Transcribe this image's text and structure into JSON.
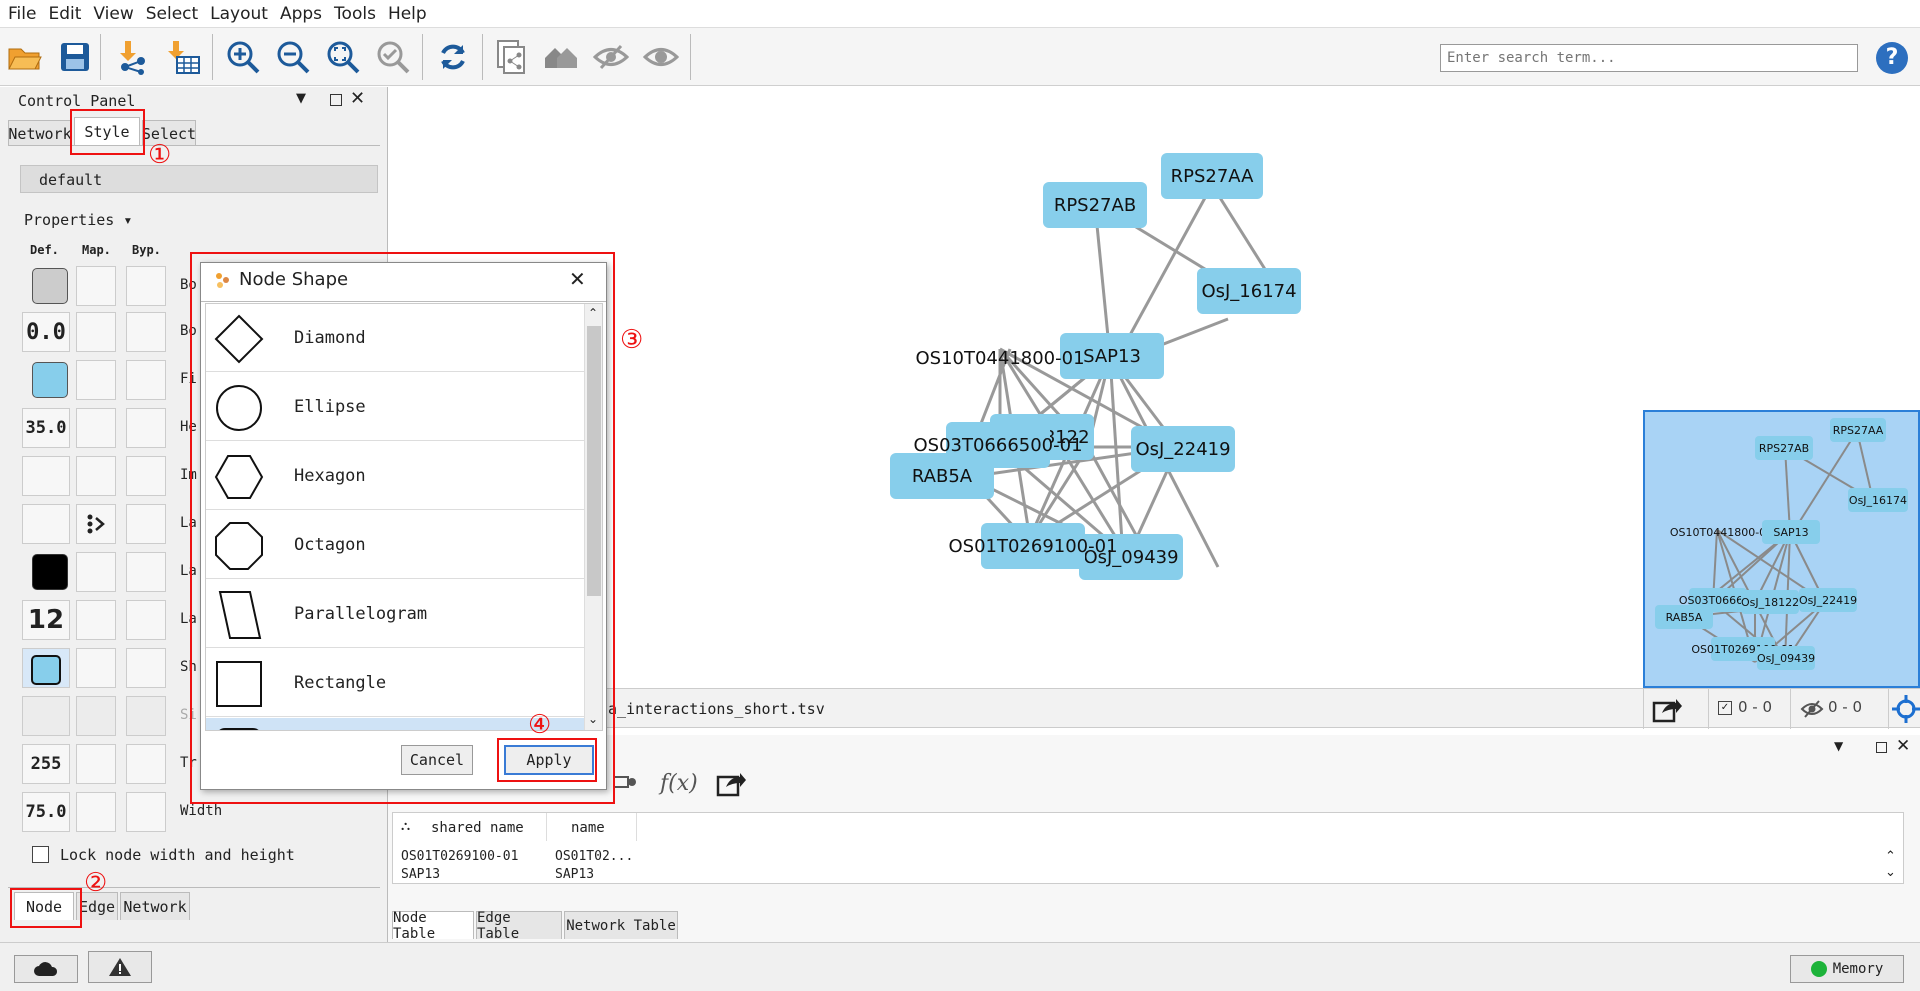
{
  "menu": [
    "File",
    "Edit",
    "View",
    "Select",
    "Layout",
    "Apps",
    "Tools",
    "Help"
  ],
  "toolbar": {
    "search_placeholder": "Enter search term...",
    "help": "?"
  },
  "control_panel": {
    "title": "Control Panel",
    "tabs": [
      "Network",
      "Style",
      "Select"
    ],
    "style_name": "default",
    "properties_label": "Properties",
    "columns": [
      "Def.",
      "Map.",
      "Byp."
    ],
    "rows": [
      {
        "def": "",
        "label": "Bo"
      },
      {
        "def": "0.0",
        "label": "Bo"
      },
      {
        "def": "",
        "label": "Fi"
      },
      {
        "def": "35.0",
        "label": "He"
      },
      {
        "def": "",
        "label": "Im"
      },
      {
        "def": "",
        "label": "La"
      },
      {
        "def": "",
        "label": "La"
      },
      {
        "def": "12",
        "label": "La"
      },
      {
        "def": "",
        "label": "Sh"
      },
      {
        "def": "",
        "label": "Si"
      },
      {
        "def": "255",
        "label": "Tr"
      },
      {
        "def": "75.0",
        "label": "Width"
      }
    ],
    "lock_label": "Lock node width and height",
    "bottom_tabs": [
      "Node",
      "Edge",
      "Network"
    ]
  },
  "annotations": [
    "①",
    "②",
    "③",
    "④"
  ],
  "dialog": {
    "title": "Node Shape",
    "close": "✕",
    "shapes": [
      "Diamond",
      "Ellipse",
      "Hexagon",
      "Octagon",
      "Parallelogram",
      "Rectangle"
    ],
    "cancel": "Cancel",
    "apply": "Apply"
  },
  "network": {
    "nodes": [
      "RPS27AA",
      "RPS27AB",
      "OsJ_16174",
      "OS10T0441800-01",
      "SAP13",
      "OS03T0666500-01",
      "OsJ_18122",
      "OsJ_22419",
      "RAB5A",
      "OS01T0269100-01",
      "OsJ_09439"
    ],
    "file_label": "a_interactions_short.tsv",
    "selection_nodes": "0 - 0",
    "selection_edges": "0 - 0"
  },
  "minimap": {
    "nodes": [
      "RPS27AA",
      "RPS27AB",
      "OsJ_16174",
      "OS10T0441800-0",
      "SAP13",
      "OS03T066650",
      "OsJ_18122",
      "OsJ_22419",
      "RAB5A",
      "OS01T0269100-01",
      "OsJ_09439"
    ]
  },
  "table": {
    "fx": "f(x)",
    "headers": [
      "shared name",
      "name"
    ],
    "rows": [
      [
        "OS01T0269100-01",
        "OS01T02..."
      ],
      [
        "SAP13",
        "SAP13"
      ]
    ],
    "tabs": [
      "Node Table",
      "Edge Table",
      "Network Table"
    ]
  },
  "status": {
    "memory": "Memory"
  },
  "colors": {
    "node_fill": "#87ceeb",
    "annotation_red": "#e11111",
    "minimap_bg": "#a9d3f5"
  }
}
